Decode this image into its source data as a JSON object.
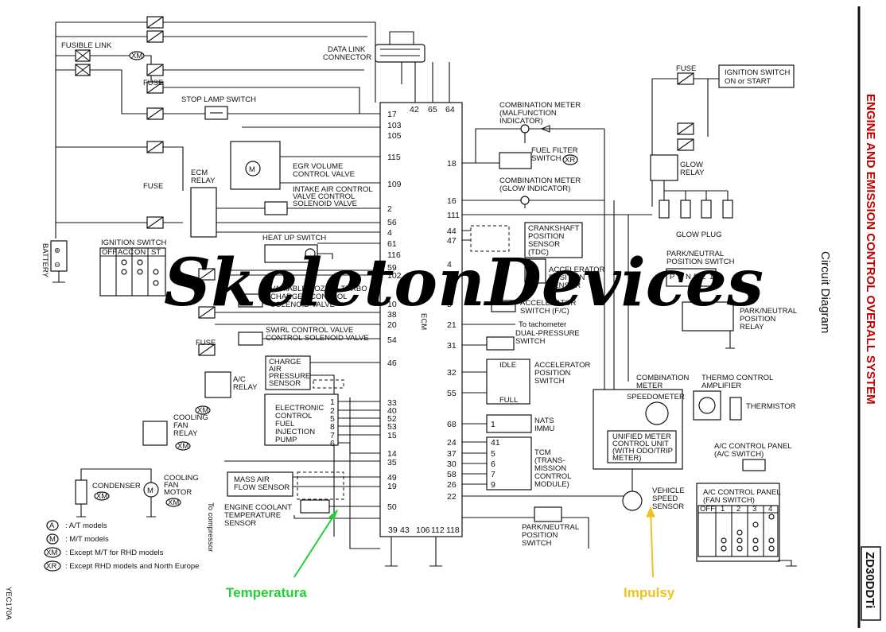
{
  "title": "ENGINE AND EMISSION CONTROL OVERALL SYSTEM",
  "subtitle": "Circuit Diagram",
  "model_code": "ZD30DDTi",
  "figure_code": "YEC170A",
  "watermark": "SkeletonDevices",
  "annotations": {
    "temperature": "Temperatura",
    "impulse": "Impulsy"
  },
  "colors": {
    "title": "#c00000",
    "temperature_arrow": "#22d133",
    "impulse_arrow": "#f1c21b"
  },
  "legend": [
    {
      "symbol": "A",
      "text": "A/T models"
    },
    {
      "symbol": "M",
      "text": "M/T models"
    },
    {
      "symbol": "XM",
      "text": "Except M/T for RHD models"
    },
    {
      "symbol": "XR",
      "text": "Except RHD models and North Europe"
    }
  ],
  "components": {
    "fusible_link": "FUSIBLE LINK",
    "fuse": "FUSE",
    "stop_lamp_switch": "STOP LAMP SWITCH",
    "data_link_connector": [
      "DATA LINK",
      "CONNECTOR"
    ],
    "ignition_switch_on_start": [
      "IGNITION SWITCH",
      "ON or START"
    ],
    "egr_volume_control_valve": [
      "EGR VOLUME",
      "CONTROL VALVE"
    ],
    "ecm_relay": [
      "ECM",
      "RELAY"
    ],
    "intake_air_control": [
      "INTAKE AIR CONTROL",
      "VALVE CONTROL",
      "SOLENOID VALVE"
    ],
    "battery": "BATTERY",
    "ignition_switch": "IGNITION SWITCH",
    "ignition_positions": [
      "OFF",
      "ACC",
      "ON",
      "ST"
    ],
    "heat_up_switch": "HEAT UP SWITCH",
    "variable_nozzle": [
      "VARIABLE NOZZLE TURBO",
      "CHARGER CONTROL",
      "SOLENOID VALVE"
    ],
    "swirl_control": [
      "SWIRL CONTROL VALVE",
      "CONTROL SOLENOID VALVE"
    ],
    "charge_air_pressure_sensor": [
      "CHARGE",
      "AIR",
      "PRESSURE",
      "SENSOR"
    ],
    "ac_relay": [
      "A/C",
      "RELAY"
    ],
    "cooling_fan_relay": [
      "COOLING",
      "FAN",
      "RELAY"
    ],
    "electronic_control_fuel_injection_pump": [
      "ELECTRONIC",
      "CONTROL",
      "FUEL",
      "INJECTION",
      "PUMP"
    ],
    "condenser": "CONDENSER",
    "cooling_fan_motor": [
      "COOLING",
      "FAN",
      "MOTOR"
    ],
    "mass_air_flow_sensor": [
      "MASS AIR",
      "FLOW SENSOR"
    ],
    "to_compressor": "To compressor",
    "engine_coolant_temp_sensor": [
      "ENGINE COOLANT",
      "TEMPERATURE",
      "SENSOR"
    ],
    "combination_meter_mil": [
      "COMBINATION METER",
      "(MALFUNCTION",
      "INDICATOR)"
    ],
    "fuel_filter_switch": [
      "FUEL FILTER",
      "SWITCH"
    ],
    "combination_meter_glow": [
      "COMBINATION METER",
      "(GLOW INDICATOR)"
    ],
    "glow_relay": [
      "GLOW",
      "RELAY"
    ],
    "glow_plug": "GLOW PLUG",
    "crankshaft_position_sensor": [
      "CRANKSHAFT",
      "POSITION",
      "SENSOR",
      "(TDC)"
    ],
    "accelerator_position_sensor": [
      "ACCELERATOR",
      "POSITION",
      "SENSOR"
    ],
    "accelerator_switch_fc": [
      "ACCELERATOR",
      "SWITCH (F/C)"
    ],
    "to_tachometer": "To tachometer",
    "dual_pressure_switch": [
      "DUAL-PRESSURE",
      "SWITCH"
    ],
    "accelerator_position_switch": [
      "ACCELERATOR",
      "POSITION",
      "SWITCH"
    ],
    "idle": "IDLE",
    "full": "FULL",
    "nats": [
      "NATS",
      "IMMU"
    ],
    "tcm": [
      "TCM",
      "(TRANS-",
      "MISSION",
      "CONTROL",
      "MODULE)"
    ],
    "park_neutral_switch_at": [
      "PARK/NEUTRAL",
      "POSITION SWITCH"
    ],
    "pn_positions": [
      "P",
      "R",
      "N",
      "D",
      "2",
      "1"
    ],
    "park_neutral_relay": [
      "PARK/NEUTRAL",
      "POSITION",
      "RELAY"
    ],
    "combination_meter": [
      "COMBINATION",
      "METER"
    ],
    "speedometer": "SPEEDOMETER",
    "unified_meter": [
      "UNIFIED METER",
      "CONTROL UNIT",
      "(WITH ODO/TRIP",
      "METER)"
    ],
    "thermo_control": [
      "THERMO CONTROL",
      "AMPLIFIER"
    ],
    "thermistor": "THERMISTOR",
    "ac_panel_ac_switch": [
      "A/C CONTROL PANEL",
      "(A/C SWITCH)"
    ],
    "ac_panel_fan_switch": [
      "A/C CONTROL PANEL",
      "(FAN SWITCH)"
    ],
    "fan_positions": [
      "OFF",
      "1",
      "2",
      "3",
      "4"
    ],
    "vehicle_speed_sensor": [
      "VEHICLE",
      "SPEED",
      "SENSOR"
    ],
    "park_neutral_switch_mt": [
      "PARK/NEUTRAL",
      "POSITION",
      "SWITCH"
    ],
    "ecm": "ECM"
  },
  "ecm_pins": {
    "top": [
      "42",
      "65",
      "64"
    ],
    "left": [
      "17",
      "103",
      "105",
      "115",
      "109",
      "2",
      "56",
      "4",
      "61",
      "116",
      "59",
      "102",
      "10",
      "38",
      "20",
      "54",
      "46",
      "33",
      "40",
      "52",
      "53",
      "15",
      "14",
      "35",
      "49",
      "19",
      "50"
    ],
    "right": [
      "18",
      "16",
      "111",
      "44",
      "47",
      "4",
      "2",
      "5",
      "21",
      "31",
      "32",
      "55",
      "68",
      "24",
      "37",
      "30",
      "58",
      "26",
      "22"
    ],
    "bottom": [
      "39",
      "43",
      "106",
      "112",
      "118"
    ]
  },
  "tcm_pins": [
    "41",
    "5",
    "6",
    "7",
    "9"
  ],
  "nats_pin": "1",
  "pump_pins": [
    "1",
    "2",
    "5",
    "8",
    "7",
    "6"
  ]
}
